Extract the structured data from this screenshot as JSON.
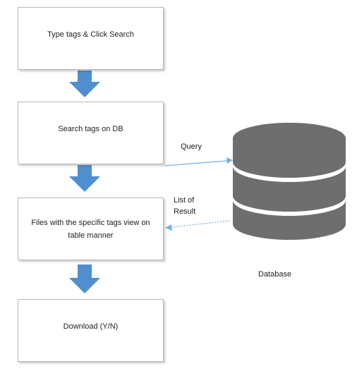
{
  "steps": [
    {
      "label": "Type tags & Click Search"
    },
    {
      "label": "Search tags on DB"
    },
    {
      "label": "Files with the specific tags view on table manner"
    },
    {
      "label": "Download (Y/N)"
    }
  ],
  "connectors": {
    "query_label": "Query",
    "result_label": "List of Result"
  },
  "database": {
    "label": "Database"
  },
  "colors": {
    "flow_arrow": "#4f8fd0",
    "connector": "#7aaede",
    "database": "#6e6e6e",
    "box_border": "#b8b8b8"
  }
}
